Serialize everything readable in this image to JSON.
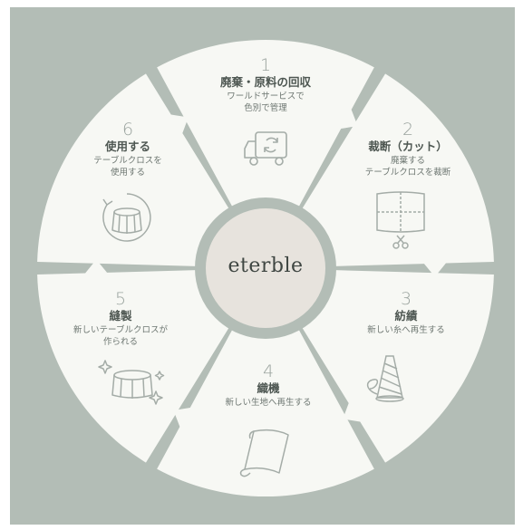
{
  "center": {
    "label": "eterble"
  },
  "steps": [
    {
      "number": "1",
      "title": "廃棄・原料の回収",
      "desc_lines": [
        "ワールドサービスで",
        "色別で管理"
      ],
      "icon": "recycle-truck-icon"
    },
    {
      "number": "2",
      "title": "裁断（カット）",
      "desc_lines": [
        "廃棄する",
        "テーブルクロスを裁断"
      ],
      "icon": "cloth-scissors-icon"
    },
    {
      "number": "3",
      "title": "紡績",
      "desc_lines": [
        "新しい糸へ再生する"
      ],
      "icon": "thread-spool-icon"
    },
    {
      "number": "4",
      "title": "織機",
      "desc_lines": [
        "新しい生地へ再生する"
      ],
      "icon": "fabric-roll-icon"
    },
    {
      "number": "5",
      "title": "縫製",
      "desc_lines": [
        "新しいテーブルクロスが",
        "作られる"
      ],
      "icon": "sparkle-tablecloth-icon"
    },
    {
      "number": "6",
      "title": "使用する",
      "desc_lines": [
        "テーブルクロスを",
        "使用する"
      ],
      "icon": "tablecloth-cycle-icon"
    }
  ],
  "colors": {
    "background": "#b3bdb6",
    "segment": "#f7f8f4",
    "hub": "#e7e3dd",
    "icon_stroke": "#a4aca7",
    "text_dark": "#4e5752"
  }
}
